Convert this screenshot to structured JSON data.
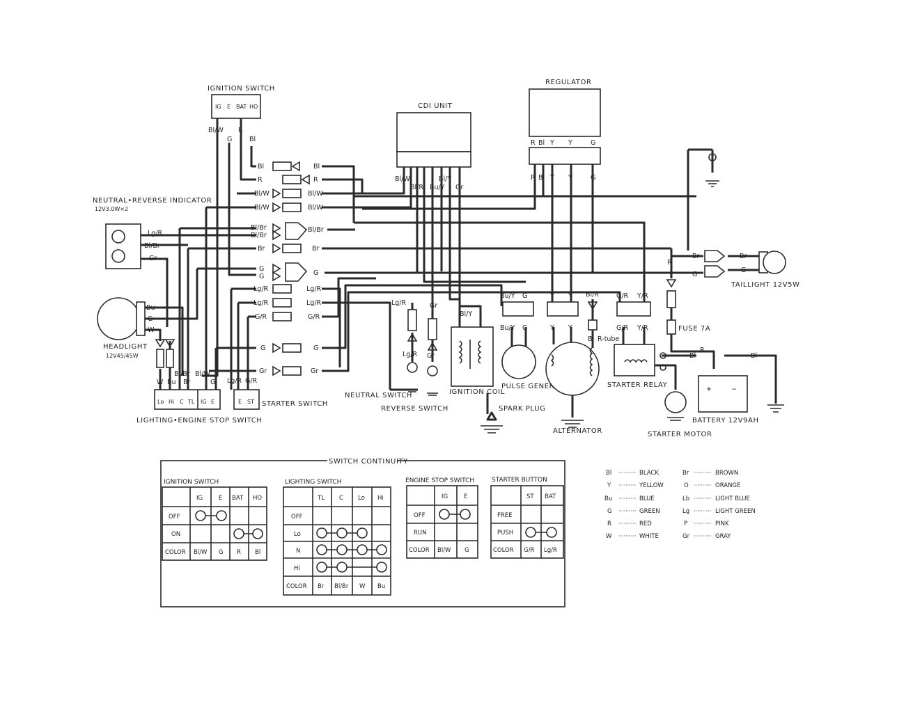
{
  "components": {
    "ignition_switch": "IGNITION SWITCH",
    "cdi_unit": "CDI UNIT",
    "regulator": "REGULATOR",
    "neutral_reverse_indicator": "NEUTRAL•REVERSE INDICATOR",
    "indicator_rating": "12V3.0W×2",
    "headlight": "HEADLIGHT",
    "headlight_rating": "12V45/45W",
    "taillight": "TAILLIGHT 12V5W",
    "lighting_engine_stop_switch": "LIGHTING•ENGINE STOP SWITCH",
    "starter_switch": "STARTER SWITCH",
    "neutral_switch": "NEUTRAL SWITCH",
    "reverse_switch": "REVERSE SWITCH",
    "ignition_coil": "IGNITION COIL",
    "spark_plug": "SPARK PLUG",
    "pulse_generator": "PULSE GENERATOR",
    "alternator": "ALTERNATOR",
    "r_tube": "R-tube",
    "starter_relay": "STARTER RELAY",
    "fuse": "FUSE 7A",
    "starter_motor": "STARTER MOTOR",
    "battery": "BATTERY 12V9AH"
  },
  "ignition_switch_terminals": [
    "IG",
    "E",
    "BAT",
    "HO"
  ],
  "ignition_switch_wires": [
    "Bl/W",
    "G",
    "R",
    "Bl"
  ],
  "cdi_wires_top": [
    "Bl/W",
    "Bl/Y"
  ],
  "cdi_wires_bottom": [
    "Bl/R",
    "Bu/Y",
    "Gr"
  ],
  "regulator_wires_top": [
    "R",
    "Bl",
    "Y",
    "Y",
    "G"
  ],
  "regulator_wires_bottom": [
    "R",
    "Bl",
    "Y",
    "Y",
    "G"
  ],
  "lighting_switch_terminals": [
    "Lo",
    "Hi",
    "C",
    "TL",
    "IG",
    "E"
  ],
  "lighting_switch_wires": [
    "W",
    "Bu",
    "Bl/Br",
    "Br",
    "Bl/W",
    "G"
  ],
  "starter_switch_terminals": [
    "E",
    "ST"
  ],
  "starter_switch_wires": [
    "Lg/R",
    "G/R"
  ],
  "connectors": [
    {
      "left": "Bl",
      "right": "Bl"
    },
    {
      "left": "R",
      "right": "R"
    },
    {
      "left": "Bl/W",
      "right": "Bl/W"
    },
    {
      "left": "Bl/W",
      "right": "Bl/W"
    },
    {
      "left": "Bl/Br",
      "right": "Bl/Br"
    },
    {
      "left": "Bl/Br",
      "right": ""
    },
    {
      "left": "Br",
      "right": "Br"
    },
    {
      "left": "G",
      "right": "G"
    },
    {
      "left": "G",
      "right": ""
    },
    {
      "left": "Lg/R",
      "right": "Lg/R"
    },
    {
      "left": "Lg/R",
      "right": "Lg/R"
    },
    {
      "left": "G/R",
      "right": "G/R"
    },
    {
      "left": "G",
      "right": "G"
    },
    {
      "left": "Gr",
      "right": "Gr"
    }
  ],
  "indicator_wires": [
    "Lg/R",
    "Bl/Br",
    "Gr"
  ],
  "headlight_wires": [
    "Bu",
    "G",
    "W"
  ],
  "taillight_wires": [
    "Br",
    "G"
  ],
  "mid_labels": {
    "neutral_wire": "Lg/R",
    "reverse_wire": "Gr",
    "coil_wire": "Bl/Y",
    "pulse_top": [
      "Bu/Y",
      "G"
    ],
    "pulse_bottom": [
      "Bu/Y",
      "G"
    ],
    "alt_top": [
      "Y",
      "Y"
    ],
    "alt_bottom": [
      "Y",
      "Y"
    ],
    "rtube_top": "Bl/R",
    "rtube_bottom": "Bl",
    "relay_top": [
      "G/R",
      "Y/R"
    ],
    "relay_bottom": [
      "G/R",
      "Y/R"
    ],
    "red_wire": "R",
    "relay_to_batt": "Bl",
    "relay_r": "R",
    "battery_neg": "Bl",
    "lg_r_neutral": "Lg/R",
    "gr_reverse": "Gr"
  },
  "switch_continuity": {
    "title": "SWITCH CONTINUITY",
    "ignition": {
      "title": "IGNITION SWITCH",
      "columns": [
        "IG",
        "E",
        "BAT",
        "HO"
      ],
      "rows": [
        "OFF",
        "ON"
      ],
      "color_row": [
        "COLOR",
        "Bl/W",
        "G",
        "R",
        "Bl"
      ]
    },
    "lighting": {
      "title": "LIGHTING SWITCH",
      "columns": [
        "TL",
        "C",
        "Lo",
        "Hi"
      ],
      "rows": [
        "OFF",
        "Lo",
        "N",
        "Hi"
      ],
      "color_row": [
        "COLOR",
        "Br",
        "Bl/Br",
        "W",
        "Bu"
      ]
    },
    "engine_stop": {
      "title": "ENGINE STOP SWITCH",
      "columns": [
        "IG",
        "E"
      ],
      "rows": [
        "OFF",
        "RUN"
      ],
      "color_row": [
        "COLOR",
        "Bl/W",
        "G"
      ]
    },
    "starter_button": {
      "title": "STARTER BUTTON",
      "columns": [
        "ST",
        "BAT"
      ],
      "rows": [
        "FREE",
        "PUSH"
      ],
      "color_row": [
        "COLOR",
        "G/R",
        "Lg/R"
      ]
    }
  },
  "color_legend": [
    {
      "code": "Bl",
      "name": "BLACK"
    },
    {
      "code": "Y",
      "name": "YELLOW"
    },
    {
      "code": "Bu",
      "name": "BLUE"
    },
    {
      "code": "G",
      "name": "GREEN"
    },
    {
      "code": "R",
      "name": "RED"
    },
    {
      "code": "W",
      "name": "WHITE"
    },
    {
      "code": "Br",
      "name": "BROWN"
    },
    {
      "code": "O",
      "name": "ORANGE"
    },
    {
      "code": "Lb",
      "name": "LIGHT BLUE"
    },
    {
      "code": "Lg",
      "name": "LIGHT GREEN"
    },
    {
      "code": "P",
      "name": "PINK"
    },
    {
      "code": "Gr",
      "name": "GRAY"
    }
  ]
}
